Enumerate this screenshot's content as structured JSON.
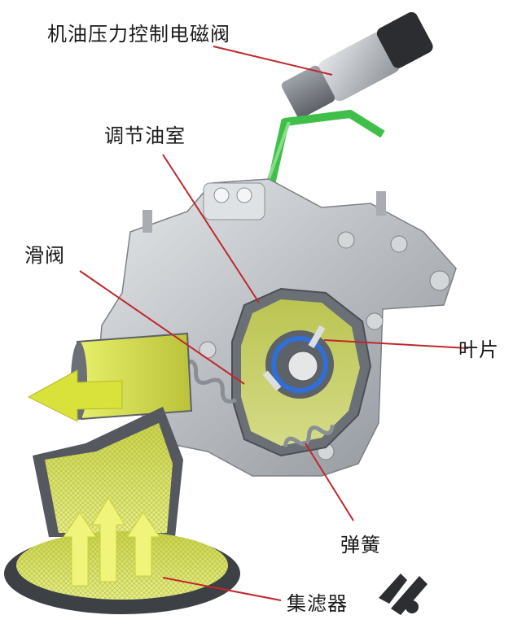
{
  "labels": {
    "solenoid_valve": "机油压力控制电磁阀",
    "control_chamber": "调节油室",
    "slide_valve": "滑阀",
    "vane": "叶片",
    "spring": "弹簧",
    "filter": "集滤器"
  },
  "colors": {
    "leader_line": "#c0272d",
    "oil_flow": "#d8e23a",
    "oil_channel": "#3fbf4a",
    "housing": "#c9ccd0",
    "rotor_ring": "#2f6fd6"
  },
  "icons": {
    "flow_arrow": "arrow-right",
    "watermark": "logo-mark"
  }
}
